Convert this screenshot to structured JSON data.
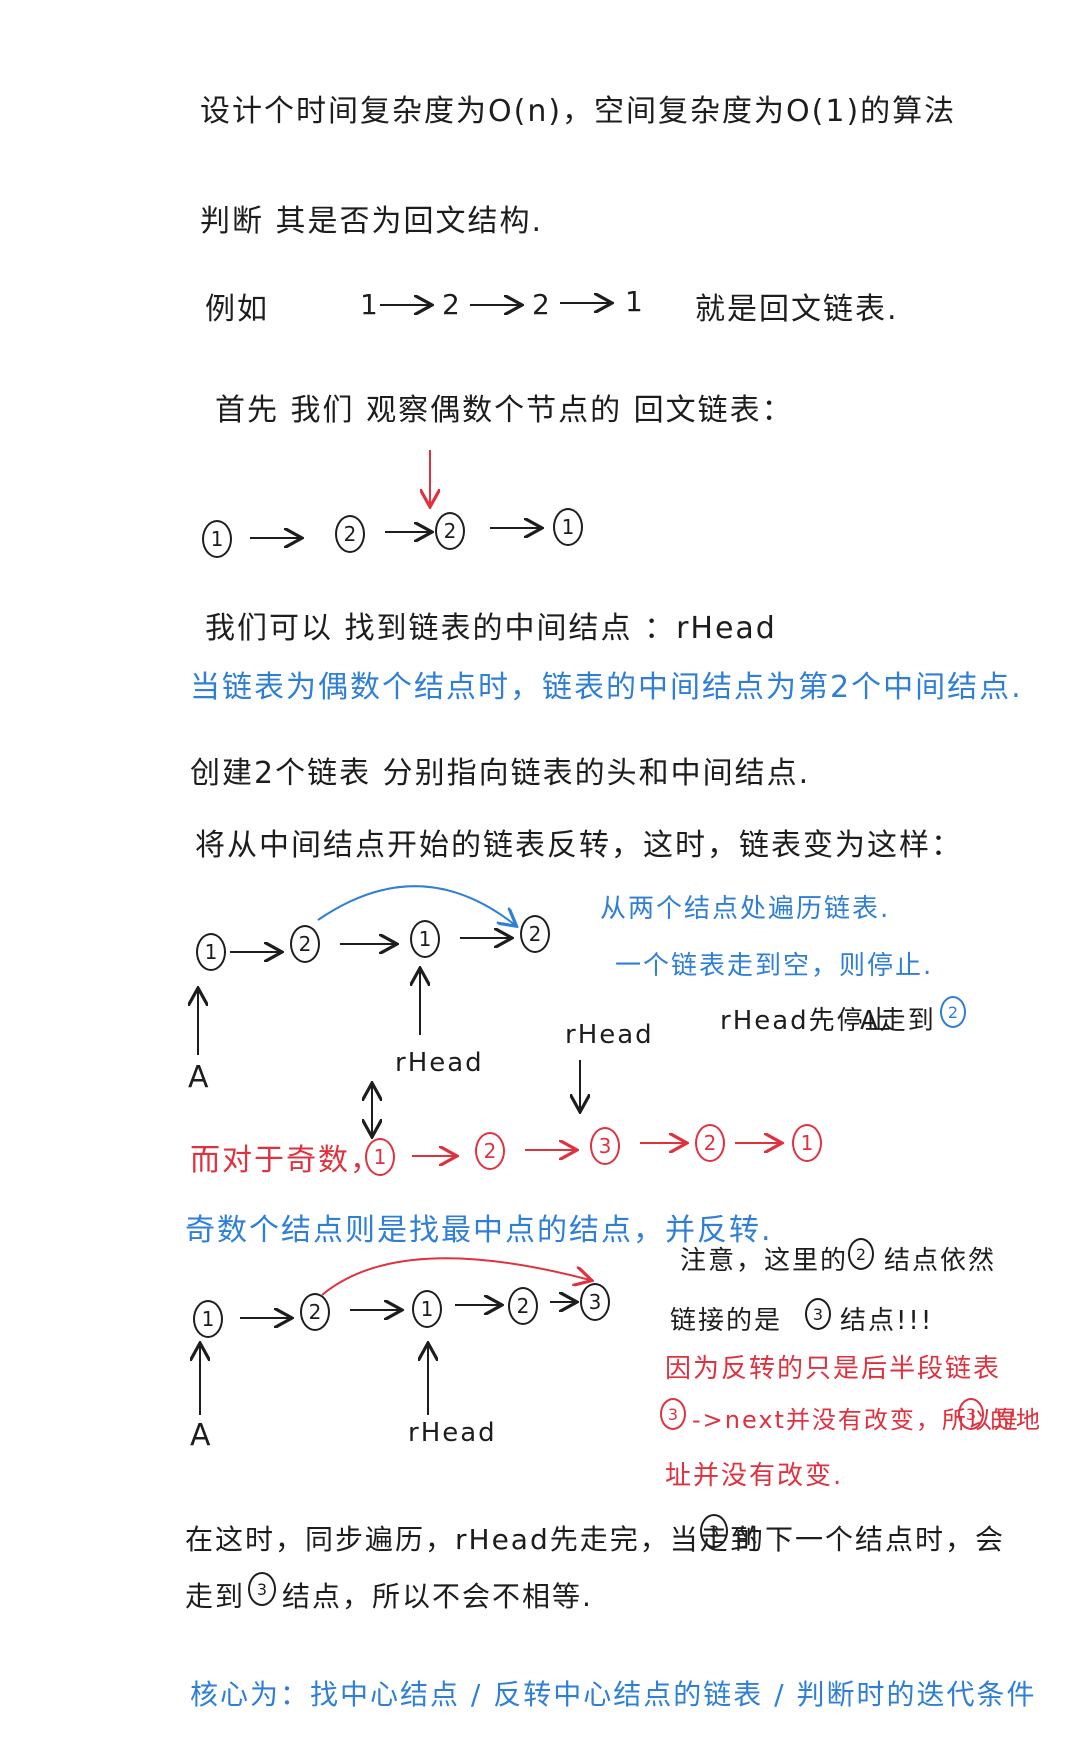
{
  "lines": {
    "l1": "设计个时间复杂度为O(n)，空间复杂度为O(1)的算法",
    "l2": "判断 其是否为回文结构.",
    "l3_prefix": "例如",
    "l3_suffix": "就是回文链表.",
    "l4": "首先 我们  观察偶数个节点的 回文链表：",
    "l5": "我们可以 找到链表的中间结点 ：rHead",
    "l6": "当链表为偶数个结点时，链表的中间结点为第2个中间结点.",
    "l7": "创建2个链表 分别指向链表的头和中间结点.",
    "l8": "将从中间结点开始的链表反转，这时，链表变为这样：",
    "b1": "从两个结点处遍历链表.",
    "b2": "一个链表走到空，则停止.",
    "n1": "rHead先停止",
    "n2": "A走到",
    "odd_label": "而对于奇数，",
    "l9": "奇数个结点则是找最中点的结点，并反转.",
    "note1": "注意，这里的",
    "note1b": "结点依然",
    "note2": "链接的是",
    "note2b": "结点!!!",
    "red1": "因为反转的只是后半段链表",
    "red2": "->next并没有改变，所以是",
    "red2b": "的地",
    "red3": "址并没有改变.",
    "l10": "在这时，同步遍历，rHead先走完，当走到",
    "l10b": "的下一个结点时，会",
    "l11": "走到",
    "l11b": "结点，所以不会不相等.",
    "core": "核心为：找中心结点 / 反转中心结点的链表 / 判断时的迭代条件"
  },
  "example": [
    "1",
    "2",
    "2",
    "1"
  ],
  "diagram1": {
    "nodes": [
      "1",
      "2",
      "2",
      "1"
    ]
  },
  "diagram2": {
    "nodes": [
      "1",
      "2",
      "1",
      "2"
    ],
    "labels": {
      "a": "A",
      "rhead": "rHead",
      "rhead_top": "rHead"
    }
  },
  "diagram3": {
    "nodes": [
      "1",
      "2",
      "3",
      "2",
      "1"
    ]
  },
  "diagram4": {
    "nodes": [
      "1",
      "2",
      "1",
      "2",
      "3"
    ],
    "labels": {
      "a": "A",
      "rhead": "rHead"
    }
  },
  "inline_nodes": {
    "n2": "2",
    "note1": "2",
    "note2": "3",
    "red2a": "3",
    "red2b": "3",
    "l10": "3",
    "l11": "3"
  },
  "colors": {
    "ink": "#1d1d1d",
    "blue": "#2f7fd6",
    "red": "#e0313f"
  }
}
